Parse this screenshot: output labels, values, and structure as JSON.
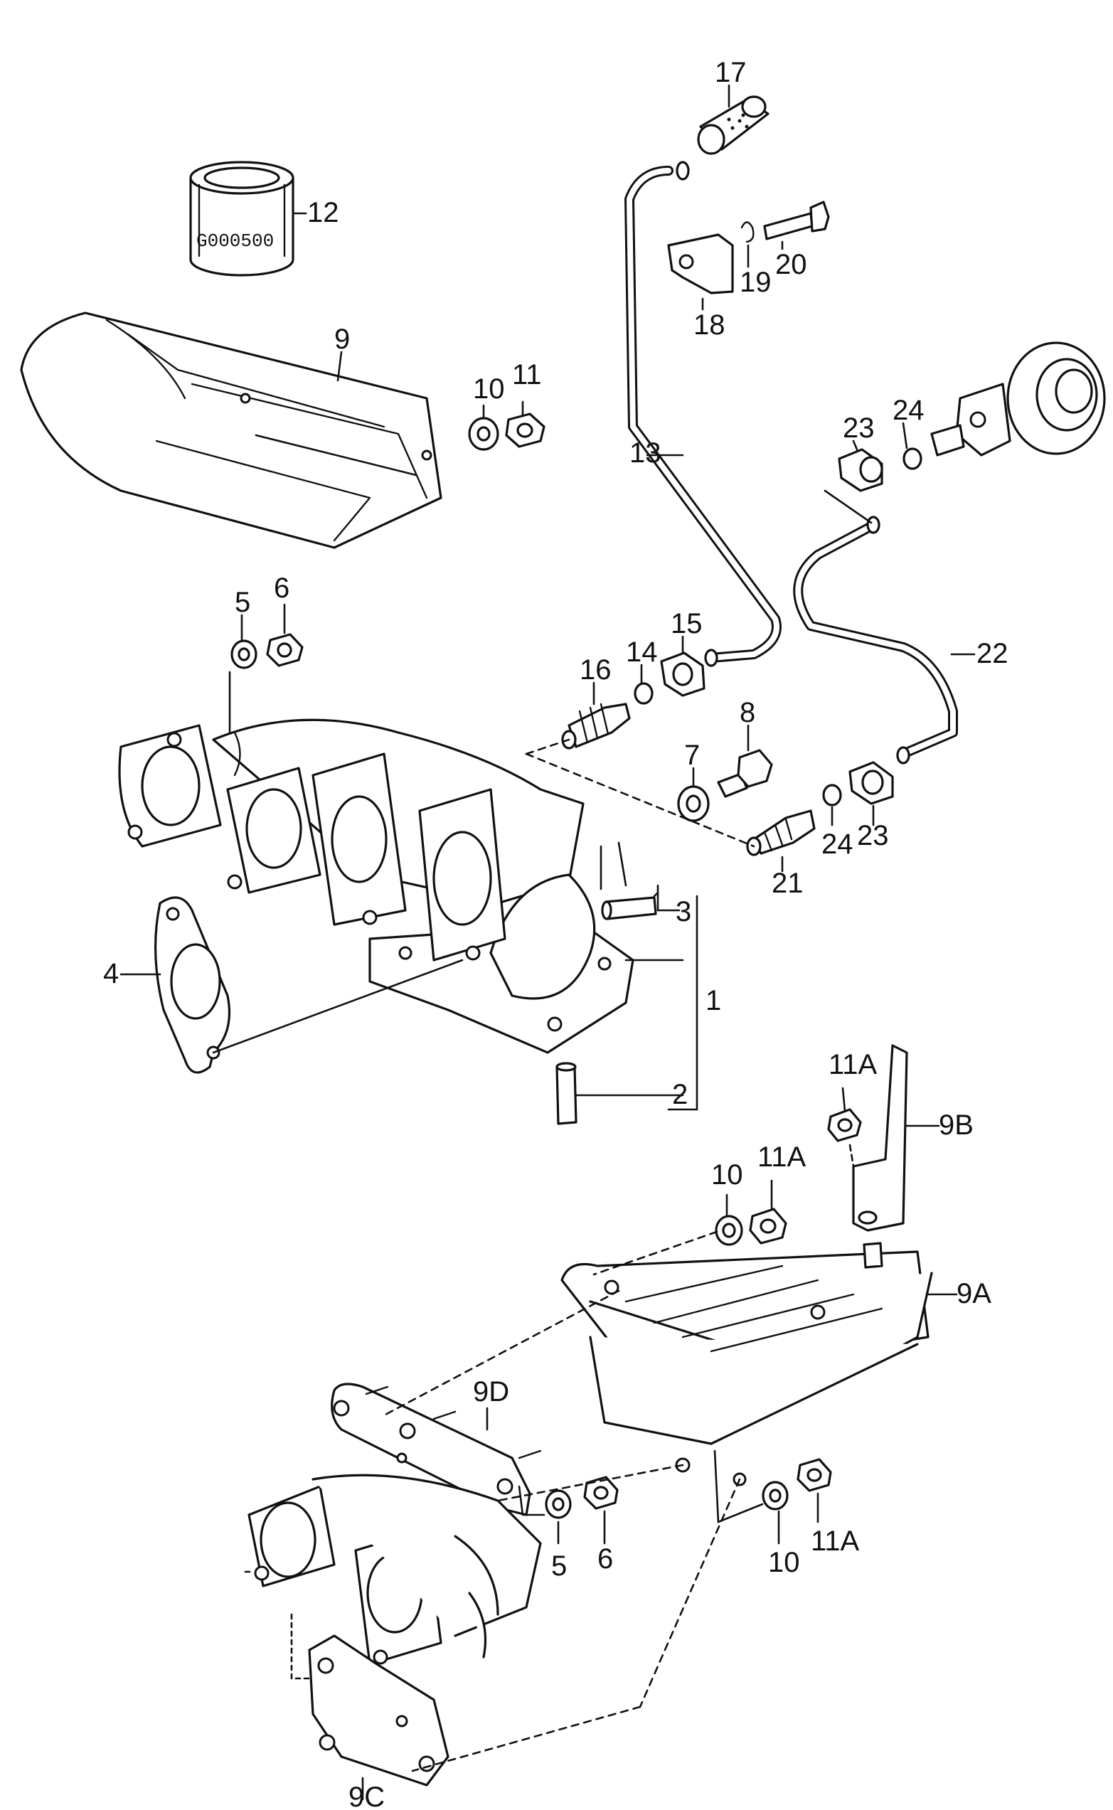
{
  "callouts": {
    "c1": "1",
    "c2": "2",
    "c3": "3",
    "c4": "4",
    "c5a": "5",
    "c5b": "5",
    "c6a": "6",
    "c6b": "6",
    "c7": "7",
    "c8": "8",
    "c9": "9",
    "c9a": "9A",
    "c9b": "9B",
    "c9c": "9C",
    "c9d": "9D",
    "c10a": "10",
    "c10b": "10",
    "c10c": "10",
    "c11": "11",
    "c11a1": "11A",
    "c11a2": "11A",
    "c11a3": "11A",
    "c12": "12",
    "c13": "13",
    "c14": "14",
    "c15": "15",
    "c16": "16",
    "c17": "17",
    "c18": "18",
    "c19": "19",
    "c20": "20",
    "c21": "21",
    "c22": "22",
    "c23a": "23",
    "c23b": "23",
    "c24a": "24",
    "c24b": "24"
  },
  "stamps": {
    "filter_code": "G000500"
  }
}
